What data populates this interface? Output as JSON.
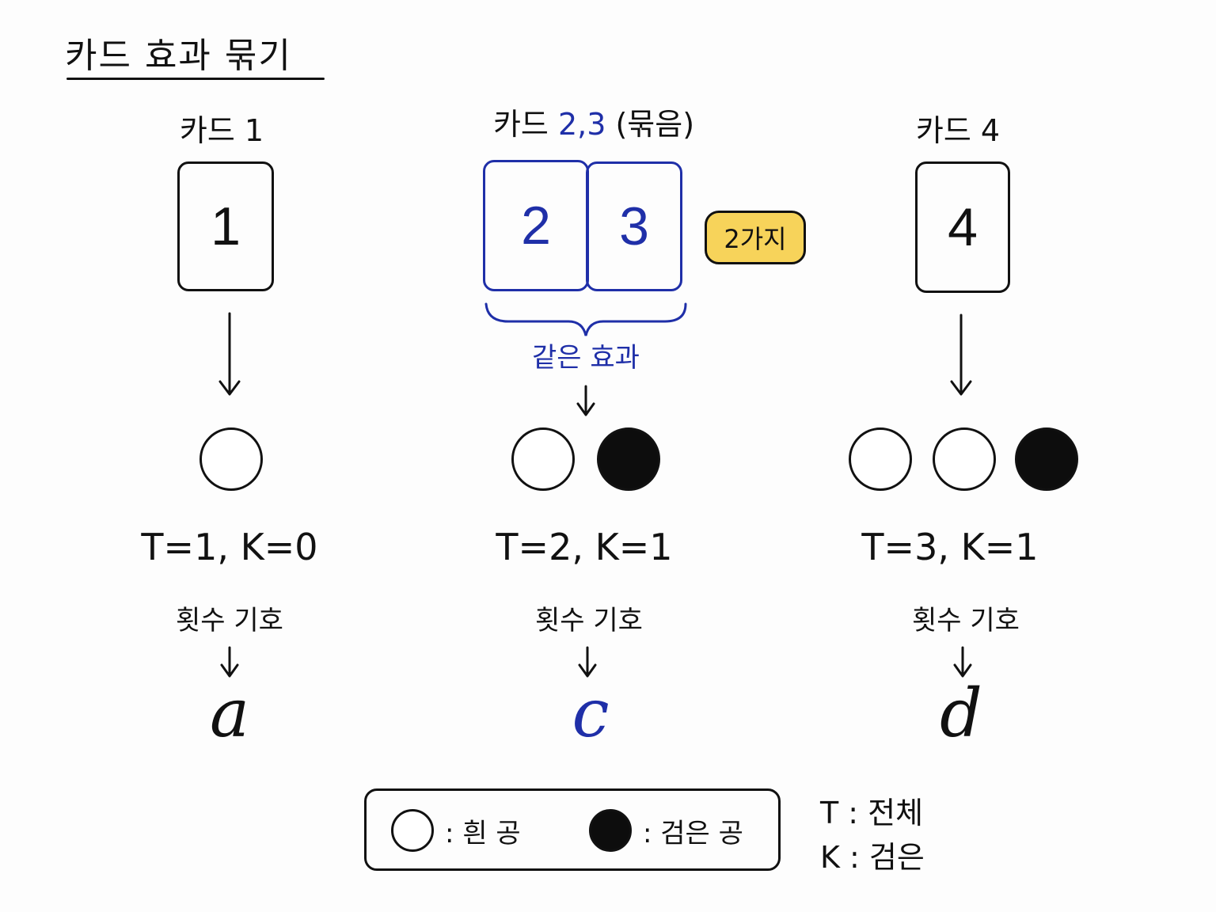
{
  "title": "카드 효과 묶기",
  "columns": [
    {
      "label": "카드 1",
      "cards": [
        "1"
      ],
      "balls": [
        "white"
      ],
      "counts": "T=1, K=0",
      "caption": "횟수 기호",
      "symbol": "a"
    },
    {
      "label_prefix": "카드",
      "label_numbers": "2,3",
      "label_suffix": "(묶음)",
      "cards": [
        "2",
        "3"
      ],
      "badge": "2가지",
      "brace_label": "같은 효과",
      "balls": [
        "white",
        "black"
      ],
      "counts": "T=2, K=1",
      "caption": "횟수 기호",
      "symbol": "c"
    },
    {
      "label": "카드 4",
      "cards": [
        "4"
      ],
      "balls": [
        "white",
        "white",
        "black"
      ],
      "counts": "T=3, K=1",
      "caption": "횟수 기호",
      "symbol": "d"
    }
  ],
  "legend": {
    "white": ": 흰 공",
    "black": ": 검은 공"
  },
  "key": {
    "t": "T : 전체",
    "k": "K : 검은"
  },
  "colors": {
    "ink": "#111111",
    "accent_blue": "#1f2fa8",
    "badge_yellow": "#f7d35a"
  }
}
